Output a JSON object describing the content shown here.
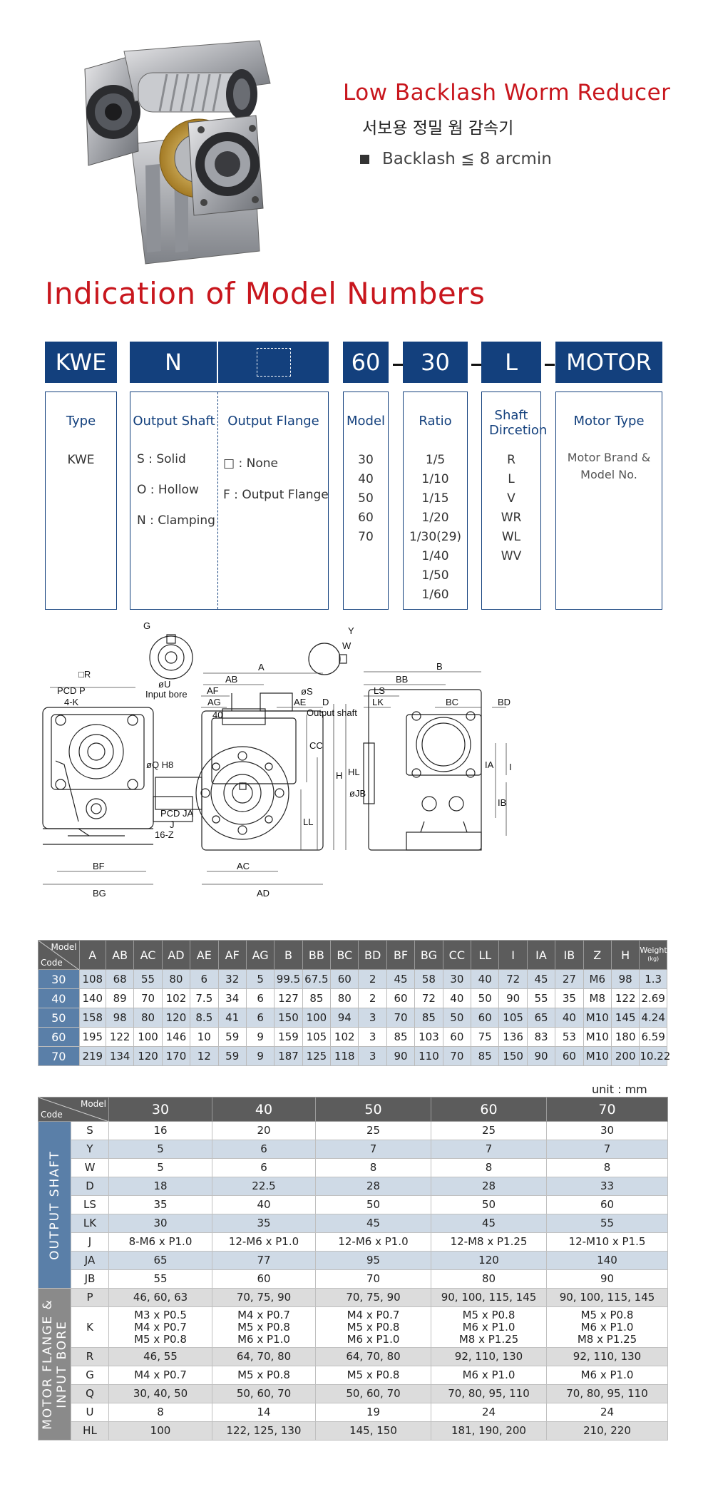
{
  "hero": {
    "title": "Low Backlash Worm Reducer",
    "subtitle": "서보용 정밀 웜 감속기",
    "backlash": "Backlash ≦  8 arcmin"
  },
  "section_title": "Indication of Model Numbers",
  "model_code": {
    "boxes": [
      "KWE",
      "N",
      "",
      "60",
      "30",
      "L",
      "MOTOR"
    ],
    "columns": [
      {
        "head": "Type",
        "items": [
          "KWE"
        ]
      },
      {
        "head": "Output Shaft",
        "items": [
          "S : Solid",
          "O : Hollow",
          "N : Clamping"
        ]
      },
      {
        "head": "Output Flange",
        "items": [
          "□ : None",
          "F : Output Flange"
        ]
      },
      {
        "head": "Model",
        "items": [
          "30",
          "40",
          "50",
          "60",
          "70"
        ]
      },
      {
        "head": "Ratio",
        "items": [
          "1/5",
          "1/10",
          "1/15",
          "1/20",
          "1/30(29)",
          "1/40",
          "1/50",
          "1/60"
        ]
      },
      {
        "head": "Shaft Dircetion",
        "items": [
          "R",
          "L",
          "V",
          "WR",
          "WL",
          "WV"
        ]
      },
      {
        "head": "Motor Type",
        "items": [
          "Motor Brand &",
          "Model No."
        ]
      }
    ]
  },
  "drawing_labels": {
    "G": "G",
    "R": "□R",
    "PCD_P": "PCD P",
    "K": "4-K",
    "U": "øU",
    "input_bore": "Input bore",
    "A": "A",
    "AB": "AB",
    "AF": "AF",
    "AG": "AG",
    "AE": "AE",
    "S": "øS",
    "D": "D",
    "output_shaft": "Output shaft",
    "Y": "Y",
    "W": "W",
    "B": "B",
    "BB": "BB",
    "LS": "LS",
    "LK": "LK",
    "BC": "BC",
    "BD": "BD",
    "Q": "øQ H8",
    "pcd_ja": "PCD JA",
    "J": "J",
    "num40": "40",
    "CC": "CC",
    "H": "H",
    "HL": "HL",
    "LL": "LL",
    "JB": "øJB",
    "IA": "IA",
    "I": "I",
    "IB": "IB",
    "Z": "16-Z",
    "BF": "BF",
    "BG": "BG",
    "AC": "AC",
    "AD": "AD"
  },
  "dim_table": {
    "corner_model": "Model",
    "corner_code": "Code",
    "headers": [
      "A",
      "AB",
      "AC",
      "AD",
      "AE",
      "AF",
      "AG",
      "B",
      "BB",
      "BC",
      "BD",
      "BF",
      "BG",
      "CC",
      "LL",
      "I",
      "IA",
      "IB",
      "Z",
      "H"
    ],
    "weight_head": "Weight",
    "weight_unit": "(kg)",
    "rows": [
      {
        "code": "30",
        "values": [
          "108",
          "68",
          "55",
          "80",
          "6",
          "32",
          "5",
          "99.5",
          "67.5",
          "60",
          "2",
          "45",
          "58",
          "30",
          "40",
          "72",
          "45",
          "27",
          "M6",
          "98",
          "1.3"
        ]
      },
      {
        "code": "40",
        "values": [
          "140",
          "89",
          "70",
          "102",
          "7.5",
          "34",
          "6",
          "127",
          "85",
          "80",
          "2",
          "60",
          "72",
          "40",
          "50",
          "90",
          "55",
          "35",
          "M8",
          "122",
          "2.69"
        ]
      },
      {
        "code": "50",
        "values": [
          "158",
          "98",
          "80",
          "120",
          "8.5",
          "41",
          "6",
          "150",
          "100",
          "94",
          "3",
          "70",
          "85",
          "50",
          "60",
          "105",
          "65",
          "40",
          "M10",
          "145",
          "4.24"
        ]
      },
      {
        "code": "60",
        "values": [
          "195",
          "122",
          "100",
          "146",
          "10",
          "59",
          "9",
          "159",
          "105",
          "102",
          "3",
          "85",
          "103",
          "60",
          "75",
          "136",
          "83",
          "53",
          "M10",
          "180",
          "6.59"
        ]
      },
      {
        "code": "70",
        "values": [
          "219",
          "134",
          "120",
          "170",
          "12",
          "59",
          "9",
          "187",
          "125",
          "118",
          "3",
          "90",
          "110",
          "70",
          "85",
          "150",
          "90",
          "60",
          "M10",
          "200",
          "10.22"
        ]
      }
    ]
  },
  "unit_label": "unit : mm",
  "shaft_table": {
    "corner_model": "Model",
    "corner_code": "Code",
    "models": [
      "30",
      "40",
      "50",
      "60",
      "70"
    ],
    "group1_label": "OUTPUT  SHAFT",
    "group2_label_1": "MOTOR  FLANGE  &",
    "group2_label_2": "INPUT  BORE",
    "output_rows": [
      {
        "param": "S",
        "values": [
          "16",
          "20",
          "25",
          "25",
          "30"
        ]
      },
      {
        "param": "Y",
        "values": [
          "5",
          "6",
          "7",
          "7",
          "7"
        ]
      },
      {
        "param": "W",
        "values": [
          "5",
          "6",
          "8",
          "8",
          "8"
        ]
      },
      {
        "param": "D",
        "values": [
          "18",
          "22.5",
          "28",
          "28",
          "33"
        ]
      },
      {
        "param": "LS",
        "values": [
          "35",
          "40",
          "50",
          "50",
          "60"
        ]
      },
      {
        "param": "LK",
        "values": [
          "30",
          "35",
          "45",
          "45",
          "55"
        ]
      },
      {
        "param": "J",
        "values": [
          "8-M6 x P1.0",
          "12-M6 x P1.0",
          "12-M6 x P1.0",
          "12-M8 x P1.25",
          "12-M10 x P1.5"
        ]
      },
      {
        "param": "JA",
        "values": [
          "65",
          "77",
          "95",
          "120",
          "140"
        ]
      },
      {
        "param": "JB",
        "values": [
          "55",
          "60",
          "70",
          "80",
          "90"
        ]
      }
    ],
    "flange_rows": [
      {
        "param": "P",
        "values": [
          "46, 60, 63",
          "70, 75, 90",
          "70, 75, 90",
          "90, 100, 115, 145",
          "90, 100, 115, 145"
        ]
      },
      {
        "param": "K",
        "values": [
          [
            "M3 x P0.5",
            "M4 x P0.7",
            "M5 x P0.8"
          ],
          [
            "M4 x P0.7",
            "M5 x P0.8",
            "M6 x P1.0"
          ],
          [
            "M4 x P0.7",
            "M5 x P0.8",
            "M6 x P1.0"
          ],
          [
            "M5 x P0.8",
            "M6 x P1.0",
            "M8 x P1.25"
          ],
          [
            "M5 x P0.8",
            "M6 x P1.0",
            "M8 x P1.25"
          ]
        ]
      },
      {
        "param": "R",
        "values": [
          "46, 55",
          "64, 70, 80",
          "64, 70, 80",
          "92, 110, 130",
          "92, 110, 130"
        ]
      },
      {
        "param": "G",
        "values": [
          "M4 x P0.7",
          "M5 x P0.8",
          "M5 x P0.8",
          "M6 x P1.0",
          "M6 x P1.0"
        ]
      },
      {
        "param": "Q",
        "values": [
          "30, 40, 50",
          "50, 60, 70",
          "50, 60, 70",
          "70, 80, 95, 110",
          "70, 80, 95, 110"
        ]
      },
      {
        "param": "U",
        "values": [
          "8",
          "14",
          "19",
          "24",
          "24"
        ]
      },
      {
        "param": "HL",
        "values": [
          "100",
          "122, 125, 130",
          "145, 150",
          "181, 190, 200",
          "210, 220"
        ]
      }
    ]
  }
}
